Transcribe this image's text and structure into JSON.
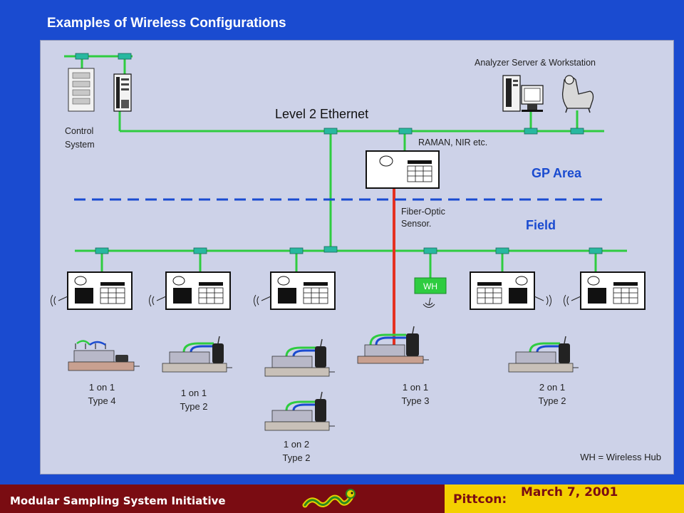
{
  "slide": {
    "title": "Examples of Wireless Configurations"
  },
  "network": {
    "ethernet_label": "Level 2 Ethernet",
    "analyzer_label": "Analyzer Server & Workstation",
    "control_label_line1": "Control",
    "control_label_line2": "System",
    "raman_label": "RAMAN, NIR etc.",
    "gp_area_label": "GP Area",
    "field_label": "Field",
    "fiber_label_line1": "Fiber-Optic",
    "fiber_label_line2": "Sensor.",
    "wireless_hub_tag": "WH",
    "legend": "WH = Wireless Hub"
  },
  "configurations": [
    {
      "line1": "1 on 1",
      "line2": "Type 4"
    },
    {
      "line1": "1 on 1",
      "line2": "Type 2"
    },
    {
      "line1": "1 on 2",
      "line2": "Type 2"
    },
    {
      "line1": "1 on 1",
      "line2": "Type 3"
    },
    {
      "line1": "2 on 1",
      "line2": "Type 2"
    }
  ],
  "footer": {
    "initiative": "Modular Sampling System Initiative",
    "event": "Pittcon:",
    "date": "March 7, 2001"
  },
  "colors": {
    "background": "#1a4bd0",
    "panel": "#cdd2e8",
    "network_line": "#2ecc40",
    "fiber_line": "#e53020",
    "area_divider": "#1a4bd0",
    "footer": "#7a0c12",
    "footer_box": "#f4d000"
  }
}
